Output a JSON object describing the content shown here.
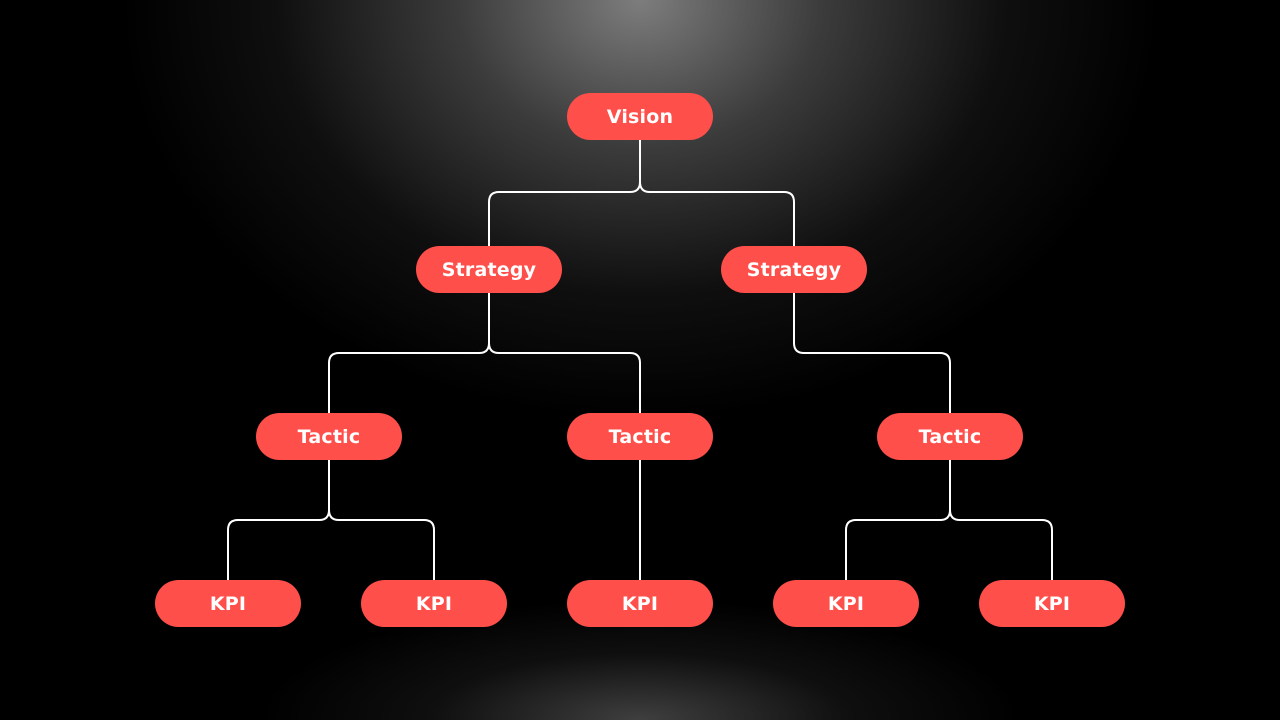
{
  "diagram": {
    "node_color": "#ff4f4b",
    "line_color": "#ffffff",
    "nodes": [
      {
        "id": "vision",
        "label": "Vision",
        "level": "vision"
      },
      {
        "id": "strategy-1",
        "label": "Strategy",
        "level": "strategy",
        "parent": "vision"
      },
      {
        "id": "strategy-2",
        "label": "Strategy",
        "level": "strategy",
        "parent": "vision"
      },
      {
        "id": "tactic-1",
        "label": "Tactic",
        "level": "tactic",
        "parent": "strategy-1"
      },
      {
        "id": "tactic-2",
        "label": "Tactic",
        "level": "tactic",
        "parent": "strategy-1"
      },
      {
        "id": "tactic-3",
        "label": "Tactic",
        "level": "tactic",
        "parent": "strategy-2"
      },
      {
        "id": "kpi-1",
        "label": "KPI",
        "level": "kpi",
        "parent": "tactic-1"
      },
      {
        "id": "kpi-2",
        "label": "KPI",
        "level": "kpi",
        "parent": "tactic-1"
      },
      {
        "id": "kpi-3",
        "label": "KPI",
        "level": "kpi",
        "parent": "tactic-2"
      },
      {
        "id": "kpi-4",
        "label": "KPI",
        "level": "kpi",
        "parent": "tactic-3"
      },
      {
        "id": "kpi-5",
        "label": "KPI",
        "level": "kpi",
        "parent": "tactic-3"
      }
    ]
  }
}
